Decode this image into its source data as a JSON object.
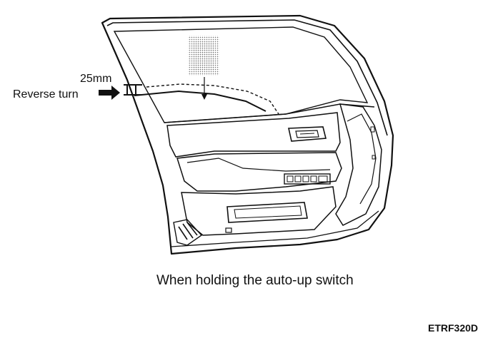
{
  "diagram": {
    "gap_label": "25mm",
    "reverse_label": "Reverse turn",
    "caption": "When holding the auto-up switch",
    "figure_code": "ETRF320D"
  },
  "colors": {
    "ink": "#111111",
    "background": "#ffffff",
    "stipple": "#7a7a7a"
  }
}
